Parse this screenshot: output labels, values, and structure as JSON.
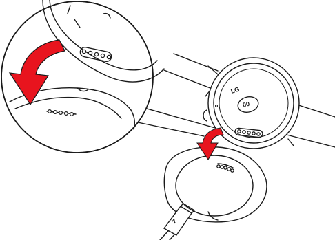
{
  "figure": {
    "watch_brand_text": "LG",
    "watch_label_text": "00",
    "arrow_color": "#e8141e",
    "line_color": "#1a1a1a",
    "background_color": "#ffffff",
    "usb_symbol": "⭍"
  },
  "parts": [
    {
      "name": "watch",
      "icon": "smartwatch-back"
    },
    {
      "name": "strap",
      "icon": "watch-band"
    },
    {
      "name": "charging-cradle",
      "icon": "charging-dock"
    },
    {
      "name": "usb-cable",
      "icon": "usb-plug"
    },
    {
      "name": "zoom-inset",
      "icon": "magnified-detail"
    },
    {
      "name": "placement-arrows",
      "icon": "red-curved-arrow"
    }
  ]
}
